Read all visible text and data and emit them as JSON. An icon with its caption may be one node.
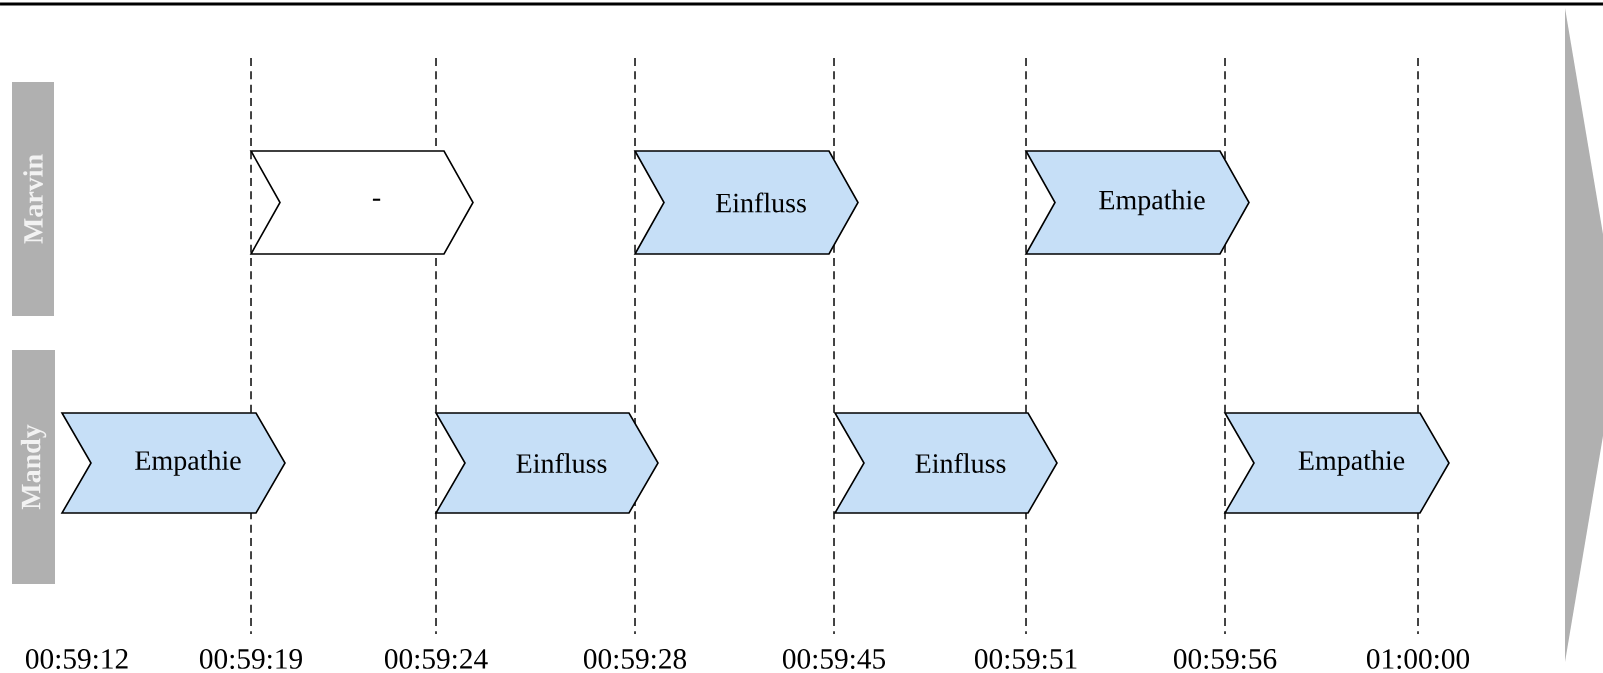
{
  "diagram": {
    "nodes": [
      {
        "text": [
          "Marvin"
        ]
      },
      {
        "text": [
          "Mandy"
        ]
      },
      {
        "text": [
          "-"
        ]
      },
      {
        "text": [
          "Einfluss"
        ]
      },
      {
        "text": [
          "Empathie"
        ]
      },
      {
        "text": [
          "Empathie"
        ]
      },
      {
        "text": [
          "Einfluss"
        ]
      },
      {
        "text": [
          "Einfluss"
        ]
      },
      {
        "text": [
          "Empathie"
        ]
      }
    ],
    "labels": [
      "00:59:12",
      "00:59:19",
      "00:59:24",
      "00:59:28",
      "00:59:45",
      "00:59:51",
      "00:59:56",
      "01:00:00"
    ]
  }
}
